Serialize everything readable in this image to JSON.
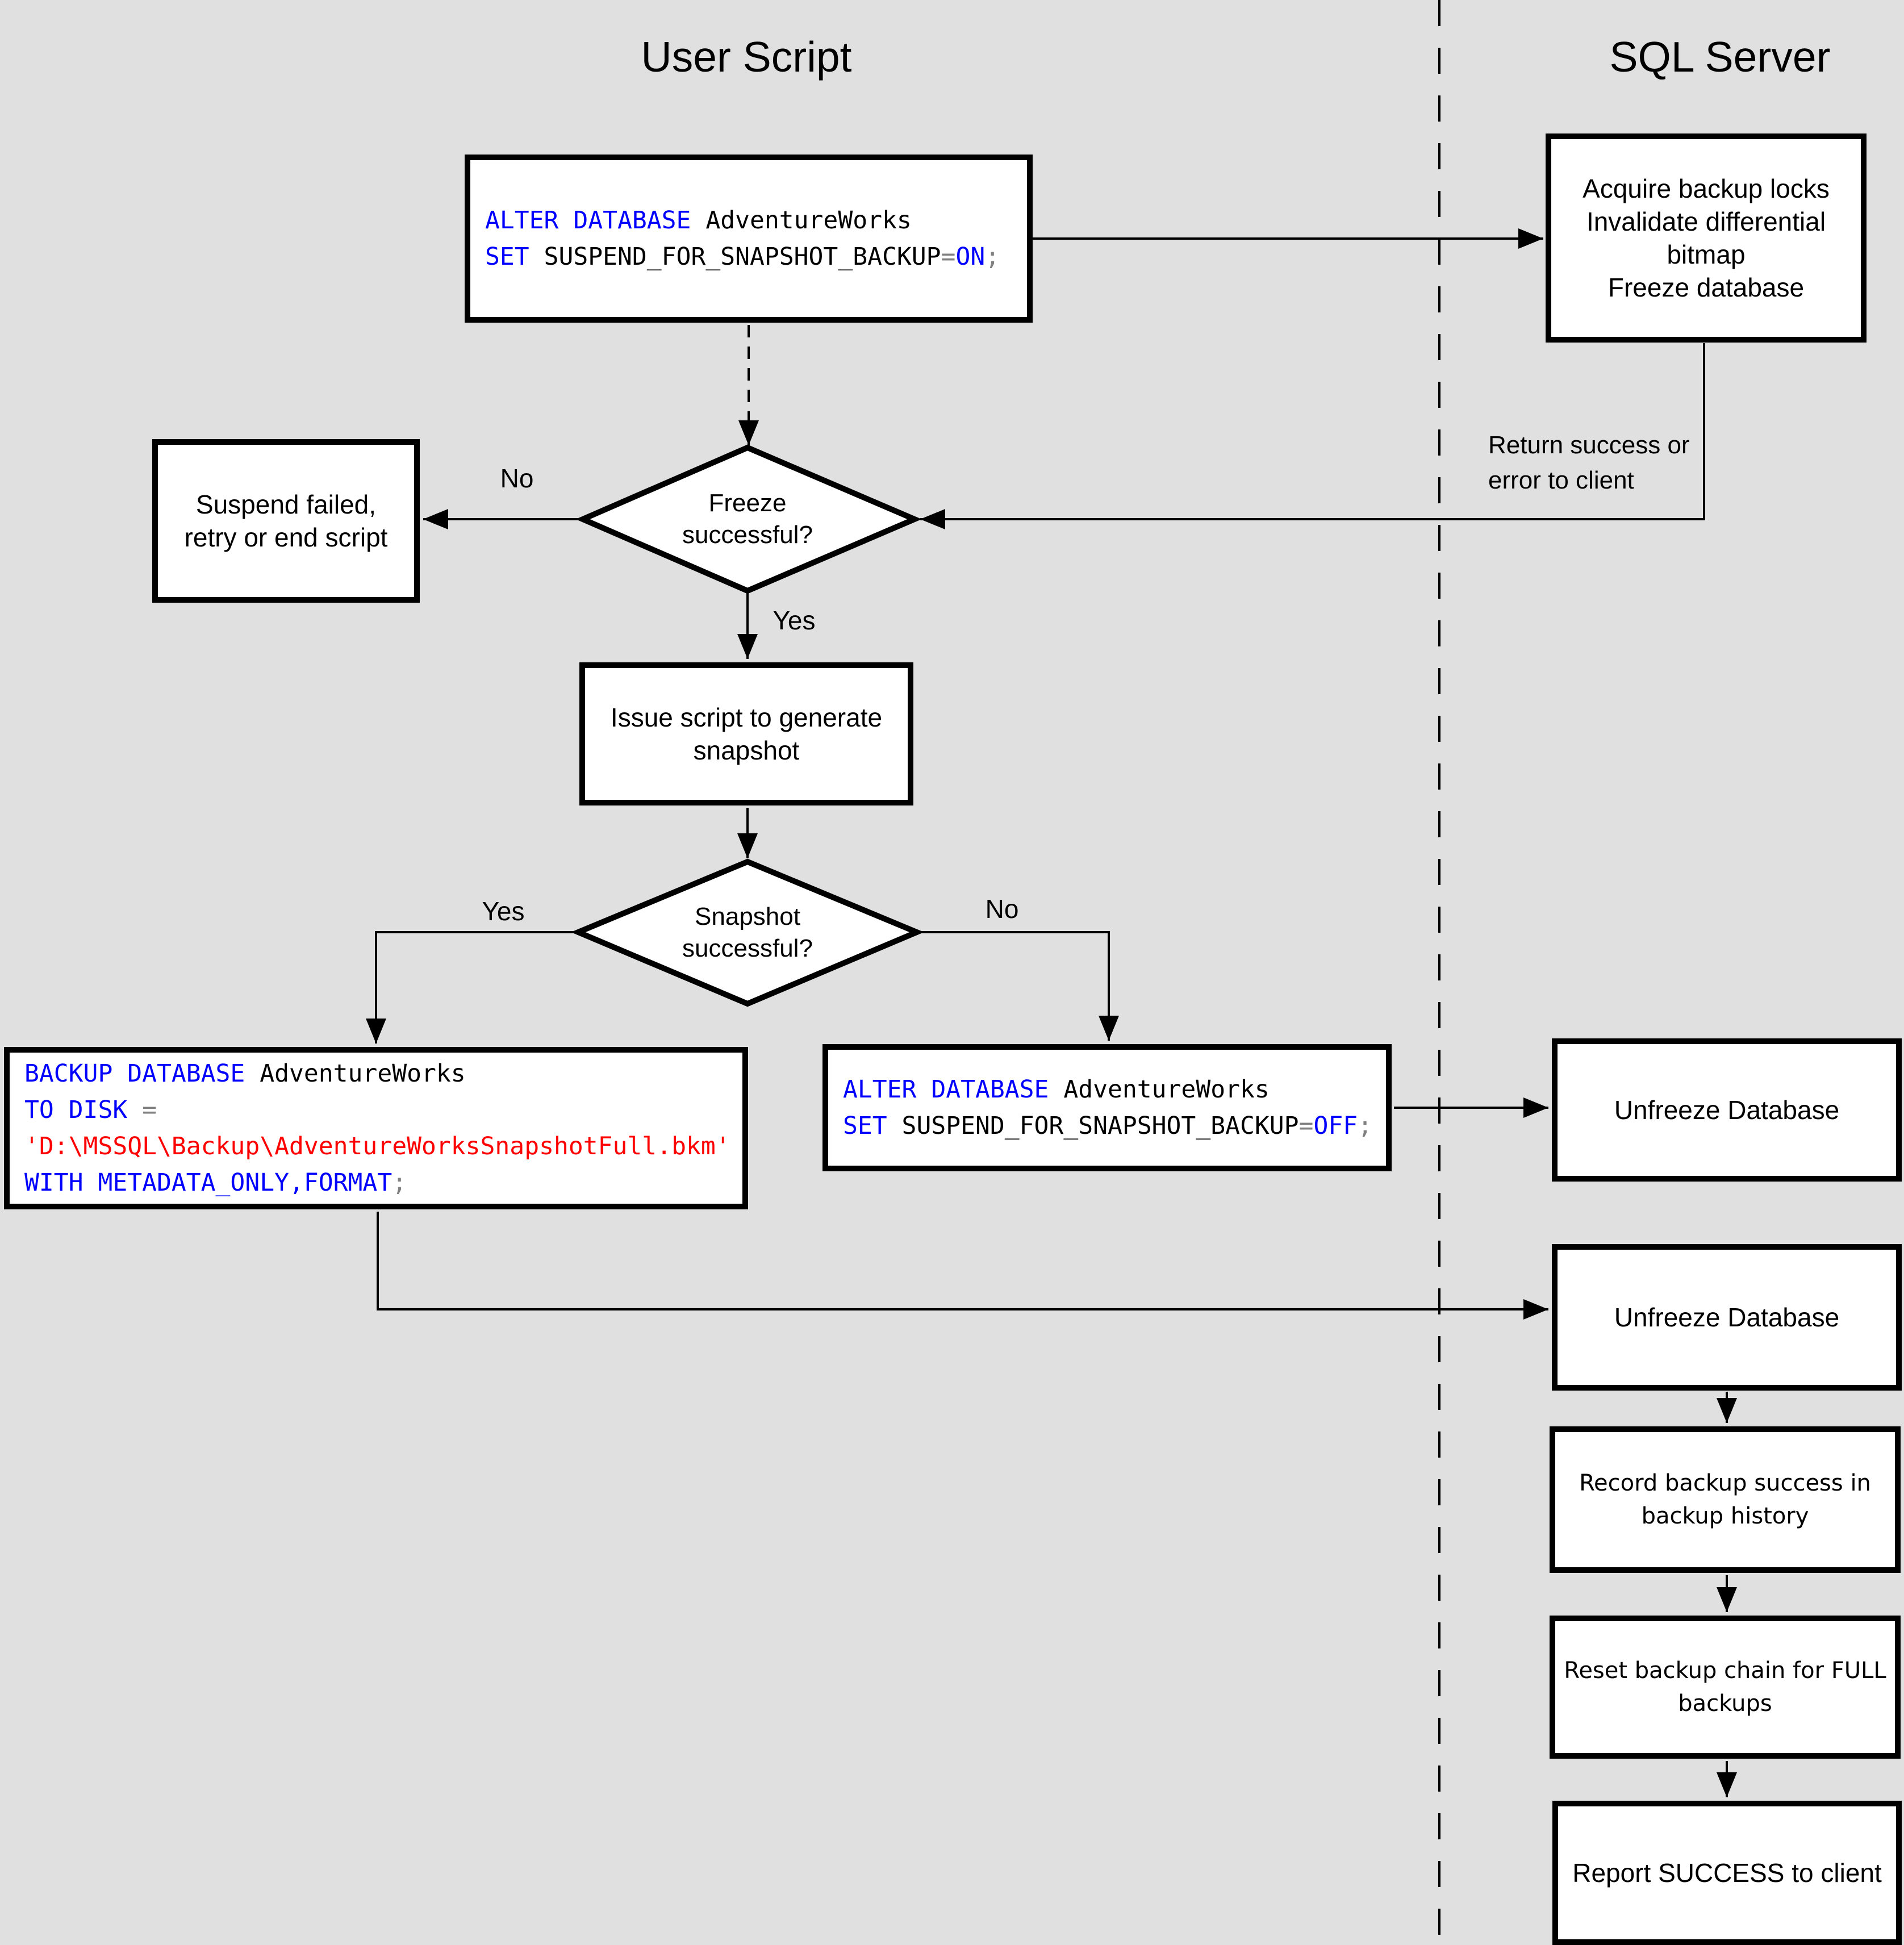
{
  "titles": {
    "user_script": "User Script",
    "sql_server": "SQL Server"
  },
  "code_colors": {
    "kw": "#0000ff",
    "id": "#000000",
    "str": "#ff0000",
    "pun": "#808080"
  },
  "colors": {
    "background": "#e0e0e0",
    "node_fill": "#ffffff",
    "line": "#000000"
  },
  "boxes": {
    "sql_on": {
      "code": [
        [
          {
            "t": "ALTER DATABASE",
            "c": "kw"
          },
          {
            "t": " AdventureWorks",
            "c": "id"
          }
        ],
        [
          {
            "t": "SET",
            "c": "kw"
          },
          {
            "t": " SUSPEND_FOR_SNAPSHOT_BACKUP",
            "c": "id"
          },
          {
            "t": "=",
            "c": "pun"
          },
          {
            "t": "ON",
            "c": "kw"
          },
          {
            "t": ";",
            "c": "pun"
          }
        ]
      ]
    },
    "acquire": {
      "lines": [
        "Acquire backup locks",
        "Invalidate differential",
        "bitmap",
        "Freeze database"
      ]
    },
    "suspend_failed": {
      "lines": [
        "Suspend failed,",
        "retry or end script"
      ]
    },
    "issue_script": {
      "lines": [
        "Issue script to generate",
        "snapshot"
      ]
    },
    "backup": {
      "code": [
        [
          {
            "t": "BACKUP DATABASE",
            "c": "kw"
          },
          {
            "t": " AdventureWorks",
            "c": "id"
          }
        ],
        [
          {
            "t": "TO DISK",
            "c": "kw"
          },
          {
            "t": " ",
            "c": "id"
          },
          {
            "t": "=",
            "c": "pun"
          }
        ],
        [
          {
            "t": "'D:\\MSSQL\\Backup\\AdventureWorksSnapshotFull.bkm'",
            "c": "str"
          }
        ],
        [
          {
            "t": "WITH METADATA_ONLY,FORMAT",
            "c": "kw"
          },
          {
            "t": ";",
            "c": "pun"
          }
        ]
      ]
    },
    "sql_off": {
      "code": [
        [
          {
            "t": "ALTER DATABASE",
            "c": "kw"
          },
          {
            "t": " AdventureWorks",
            "c": "id"
          }
        ],
        [
          {
            "t": "SET",
            "c": "kw"
          },
          {
            "t": " SUSPEND_FOR_SNAPSHOT_BACKUP",
            "c": "id"
          },
          {
            "t": "=",
            "c": "pun"
          },
          {
            "t": "OFF",
            "c": "kw"
          },
          {
            "t": ";",
            "c": "pun"
          }
        ]
      ]
    },
    "unfreeze_1": {
      "lines": [
        "Unfreeze Database"
      ]
    },
    "unfreeze_2": {
      "lines": [
        "Unfreeze Database"
      ]
    },
    "record_history": {
      "lines": [
        "Record backup success in",
        "backup history"
      ]
    },
    "reset_chain": {
      "lines": [
        "Reset backup chain for FULL",
        "backups"
      ]
    },
    "report_success": {
      "lines": [
        "Report SUCCESS to client"
      ]
    }
  },
  "decisions": {
    "freeze": {
      "lines": [
        "Freeze",
        "successful?"
      ]
    },
    "snapshot": {
      "lines": [
        "Snapshot",
        "successful?"
      ]
    }
  },
  "edge_labels": {
    "freeze_no": "No",
    "freeze_yes": "Yes",
    "snapshot_yes": "Yes",
    "snapshot_no": "No",
    "return_status": {
      "lines": [
        "Return success or",
        "error to client"
      ]
    }
  }
}
